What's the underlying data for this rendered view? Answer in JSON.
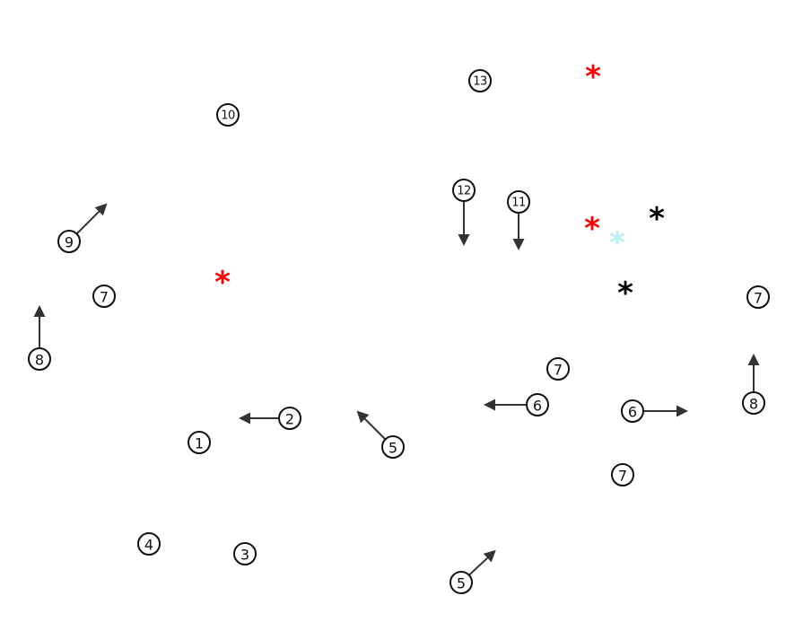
{
  "markers": [
    {
      "id": "m1",
      "label": "1"
    },
    {
      "id": "m2",
      "label": "2"
    },
    {
      "id": "m3",
      "label": "3"
    },
    {
      "id": "m4",
      "label": "4"
    },
    {
      "id": "m5a",
      "label": "5"
    },
    {
      "id": "m5b",
      "label": "5"
    },
    {
      "id": "m6a",
      "label": "6"
    },
    {
      "id": "m6b",
      "label": "6"
    },
    {
      "id": "m7a",
      "label": "7"
    },
    {
      "id": "m7b",
      "label": "7"
    },
    {
      "id": "m7c",
      "label": "7"
    },
    {
      "id": "m7d",
      "label": "7"
    },
    {
      "id": "m8a",
      "label": "8"
    },
    {
      "id": "m8b",
      "label": "8"
    },
    {
      "id": "m9",
      "label": "9"
    },
    {
      "id": "m10",
      "label": "10"
    },
    {
      "id": "m11",
      "label": "11"
    },
    {
      "id": "m12",
      "label": "12"
    },
    {
      "id": "m13",
      "label": "13"
    }
  ],
  "stars": [
    {
      "id": "s1",
      "glyph": "*",
      "color": "#ff0000"
    },
    {
      "id": "s2",
      "glyph": "*",
      "color": "#ff0000"
    },
    {
      "id": "s3",
      "glyph": "*",
      "color": "#ff0000"
    },
    {
      "id": "s4",
      "glyph": "*",
      "color": "#000000"
    },
    {
      "id": "s5",
      "glyph": "*",
      "color": "#000000"
    },
    {
      "id": "s6",
      "glyph": "*",
      "color": "#b8f0f8"
    }
  ],
  "colors": {
    "circle_stroke": "#111111",
    "arrow": "#333333",
    "background": "#ffffff"
  }
}
